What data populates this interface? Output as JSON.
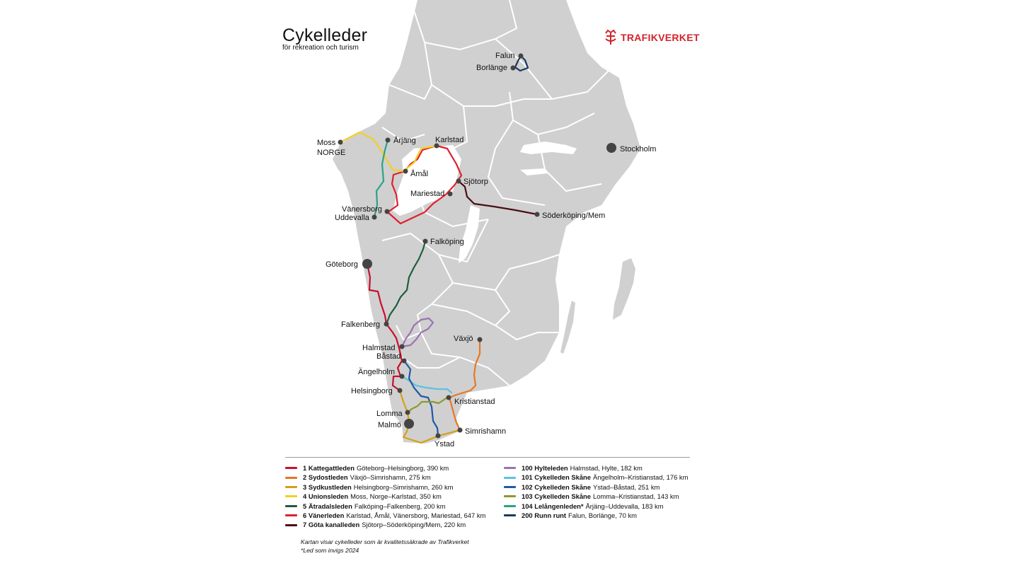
{
  "title": "Cykelleder",
  "subtitle": "för rekreation och turism",
  "brand": {
    "name": "TRAFIKVERKET",
    "color": "#d2232a",
    "icon": "trafikverket-crown-logo"
  },
  "colors": {
    "land": "#d0d0d0",
    "border": "#ffffff",
    "water": "#ffffff",
    "city_dot": "#444444"
  },
  "cities": [
    {
      "id": "falun",
      "label": "Falun"
    },
    {
      "id": "borlange",
      "label": "Borlänge"
    },
    {
      "id": "stockholm",
      "label": "Stockholm"
    },
    {
      "id": "moss",
      "label": "Moss"
    },
    {
      "id": "norge",
      "label": "NORGE"
    },
    {
      "id": "arjang",
      "label": "Årjäng"
    },
    {
      "id": "karlstad",
      "label": "Karlstad"
    },
    {
      "id": "amal",
      "label": "Åmål"
    },
    {
      "id": "sjotorp",
      "label": "Sjötorp"
    },
    {
      "id": "mariestad",
      "label": "Mariestad"
    },
    {
      "id": "vanersborg",
      "label": "Vänersborg"
    },
    {
      "id": "uddevalla",
      "label": "Uddevalla"
    },
    {
      "id": "soderkoping",
      "label": "Söderköping/Mem"
    },
    {
      "id": "falkoping",
      "label": "Falköping"
    },
    {
      "id": "goteborg",
      "label": "Göteborg"
    },
    {
      "id": "falkenberg",
      "label": "Falkenberg"
    },
    {
      "id": "vaxjo",
      "label": "Växjö"
    },
    {
      "id": "halmstad",
      "label": "Halmstad"
    },
    {
      "id": "bastad",
      "label": "Båstad"
    },
    {
      "id": "angelholm",
      "label": "Ängelholm"
    },
    {
      "id": "helsingborg",
      "label": "Helsingborg"
    },
    {
      "id": "kristianstad",
      "label": "Kristianstad"
    },
    {
      "id": "lomma",
      "label": "Lomma"
    },
    {
      "id": "malmo",
      "label": "Malmö"
    },
    {
      "id": "simrishamn",
      "label": "Simrishamn"
    },
    {
      "id": "ystad",
      "label": "Ystad"
    }
  ],
  "routes_left": [
    {
      "name": "1 Kattegattleden",
      "desc": "Göteborg–Helsingborg, 390 km",
      "color": "#c8102e"
    },
    {
      "name": "2 Sydostleden",
      "desc": "Växjö–Simrishamn, 275 km",
      "color": "#e87722"
    },
    {
      "name": "3 Sydkustleden",
      "desc": "Helsingborg–Simrishamn, 260 km",
      "color": "#d4a017"
    },
    {
      "name": "4 Unionsleden",
      "desc": " Moss, Norge–Karlstad, 350 km",
      "color": "#f2d024"
    },
    {
      "name": "5 Ätradalsleden",
      "desc": "Falköping–Falkenberg, 200 km",
      "color": "#1e5e3b"
    },
    {
      "name": "6 Vänerleden",
      "desc": "Karlstad, Åmål, Vänersborg, Mariestad, 647 km",
      "color": "#e0202f"
    },
    {
      "name": "7 Göta kanalleden",
      "desc": "Sjötorp–Söderköping/Mem, 220 km",
      "color": "#4a0f14"
    }
  ],
  "routes_right": [
    {
      "name": "100 Hylteleden",
      "desc": "Halmstad, Hylte, 182 km",
      "color": "#9b72b0"
    },
    {
      "name": "101 Cykelleden Skåne",
      "desc": "Ängelholm–Kristianstad, 176 km",
      "color": "#5bc2e0"
    },
    {
      "name": "102 Cykelleden Skåne",
      "desc": "Ystad–Båstad, 251 km",
      "color": "#1f5aa6"
    },
    {
      "name": "103 Cykelleden Skåne",
      "desc": "Lomma–Kristianstad, 143 km",
      "color": "#8c9a2b"
    },
    {
      "name": "104 Lelångenleden*",
      "desc": "Årjäng–Uddevalla, 183 km",
      "color": "#2aa386"
    },
    {
      "name": "200 Runn runt",
      "desc": "Falun, Borlänge, 70 km",
      "color": "#1a3a5c"
    }
  ],
  "footnote": {
    "line1": "Kartan visar cykelleder som är kvalitetssäkrade av Trafikverket",
    "line2": "*Led som invigs 2024"
  }
}
